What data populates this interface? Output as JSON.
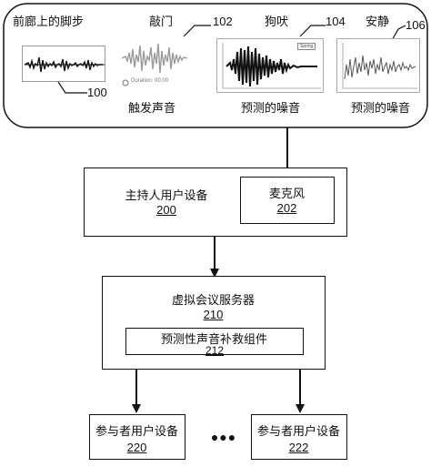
{
  "top_panel": {
    "labels": {
      "footsteps": "前廊上的脚步",
      "knock": "敲门",
      "dog": "狗吠",
      "quiet": "安静",
      "trigger_sound": "触发声音",
      "predicted_noise_1": "预测的噪音",
      "predicted_noise_2": "预测的噪音"
    },
    "refs": {
      "r100": "100",
      "r102": "102",
      "r104": "104",
      "r106": "106"
    },
    "knock_caption": "Duration: 00:00",
    "dog_legend": "Spring"
  },
  "host_device": {
    "label": "主持人用户设备",
    "ref": "200"
  },
  "microphone": {
    "label": "麦克风",
    "ref": "202"
  },
  "server": {
    "label": "虚拟会议服务器",
    "ref": "210"
  },
  "component": {
    "label": "预测性声音补救组件",
    "ref": "212"
  },
  "participant_1": {
    "label": "参与者用户设备",
    "ref": "220"
  },
  "participant_2": {
    "label": "参与者用户设备",
    "ref": "222"
  },
  "ellipsis": "●●●"
}
